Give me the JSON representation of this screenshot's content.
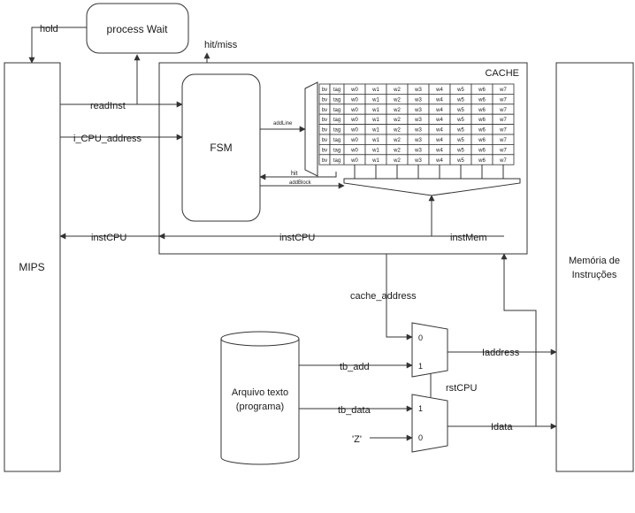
{
  "blocks": {
    "process_wait": "process Wait",
    "cache": "CACHE",
    "fsm": "FSM",
    "mips": "MIPS",
    "memoria_line1": "Memória de",
    "memoria_line2": "Instruções",
    "arquivo_line1": "Arquivo texto",
    "arquivo_line2": "(programa)"
  },
  "signals": {
    "hold": "hold",
    "hit_miss": "hit/miss",
    "read_inst": "readInst",
    "i_cpu_address": "i_CPU_address",
    "add_line": "addLine",
    "hit": "hit",
    "add_block": "addBlock",
    "inst_cpu_left": "instCPU",
    "inst_cpu_mid": "instCPU",
    "inst_mem": "instMem",
    "cache_address": "cache_address",
    "tb_add": "tb_add",
    "tb_data": "tb_data",
    "z": "'Z'",
    "rst_cpu": "rstCPU",
    "iaddress": "Iaddress",
    "idata": "Idata"
  },
  "mux_top": {
    "in0": "0",
    "in1": "1"
  },
  "mux_bottom": {
    "in1": "1",
    "in0": "0"
  },
  "cache_table": {
    "bv": "bv",
    "tag": "tag",
    "words": [
      "w0",
      "w1",
      "w2",
      "w3",
      "w4",
      "w5",
      "w6",
      "w7"
    ],
    "rows": 8
  },
  "colors": {
    "line": "#333333",
    "background": "#ffffff"
  }
}
